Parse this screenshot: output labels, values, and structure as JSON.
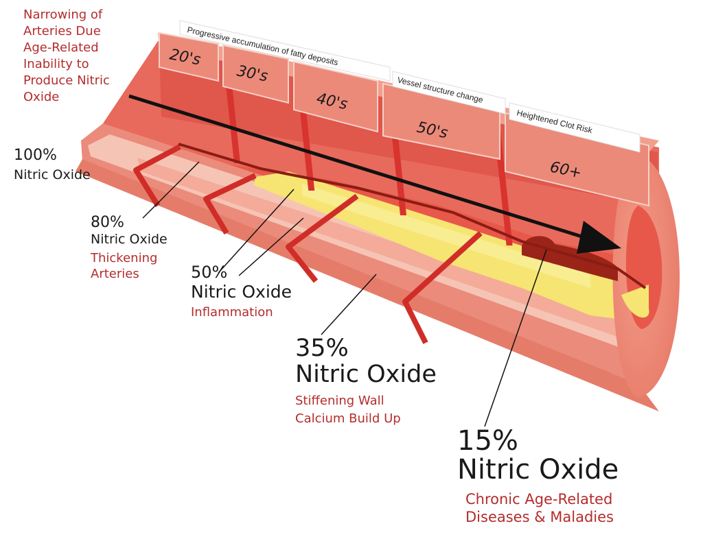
{
  "title_lines": [
    "Narrowing of",
    "Arteries Due",
    "Age-Related",
    "Inability to",
    "Produce Nitric",
    "Oxide"
  ],
  "banners": {
    "b1": "Progressive accumulation of fatty deposits",
    "b2": "Vessel structure change",
    "b3": "Heightened Clot Risk"
  },
  "ages": [
    "20's",
    "30's",
    "40's",
    "50's",
    "60+"
  ],
  "stages": [
    {
      "percent": "100%",
      "label": "Nitric Oxide"
    },
    {
      "percent": "80%",
      "label": "Nitric Oxide",
      "effect_lines": [
        "Thickening",
        "Arteries"
      ]
    },
    {
      "percent": "50%",
      "label": "Nitric Oxide",
      "effect_lines": [
        "Inflammation"
      ]
    },
    {
      "percent": "35%",
      "label": "Nitric Oxide",
      "effect_lines": [
        "Stiffening Wall",
        "Calcium Build Up"
      ]
    },
    {
      "percent": "15%",
      "label": "Nitric Oxide",
      "effect_lines": [
        "Chronic Age-Related",
        "Diseases & Maladies"
      ]
    }
  ],
  "colors": {
    "vessel_outer": "#e8877a",
    "vessel_light": "#f4b3a2",
    "vessel_red": "#d8413c",
    "plaque": "#f5e56b",
    "clot": "#8a1c14",
    "label_red": "#b42c2c",
    "label_black": "#1a1a1a"
  }
}
